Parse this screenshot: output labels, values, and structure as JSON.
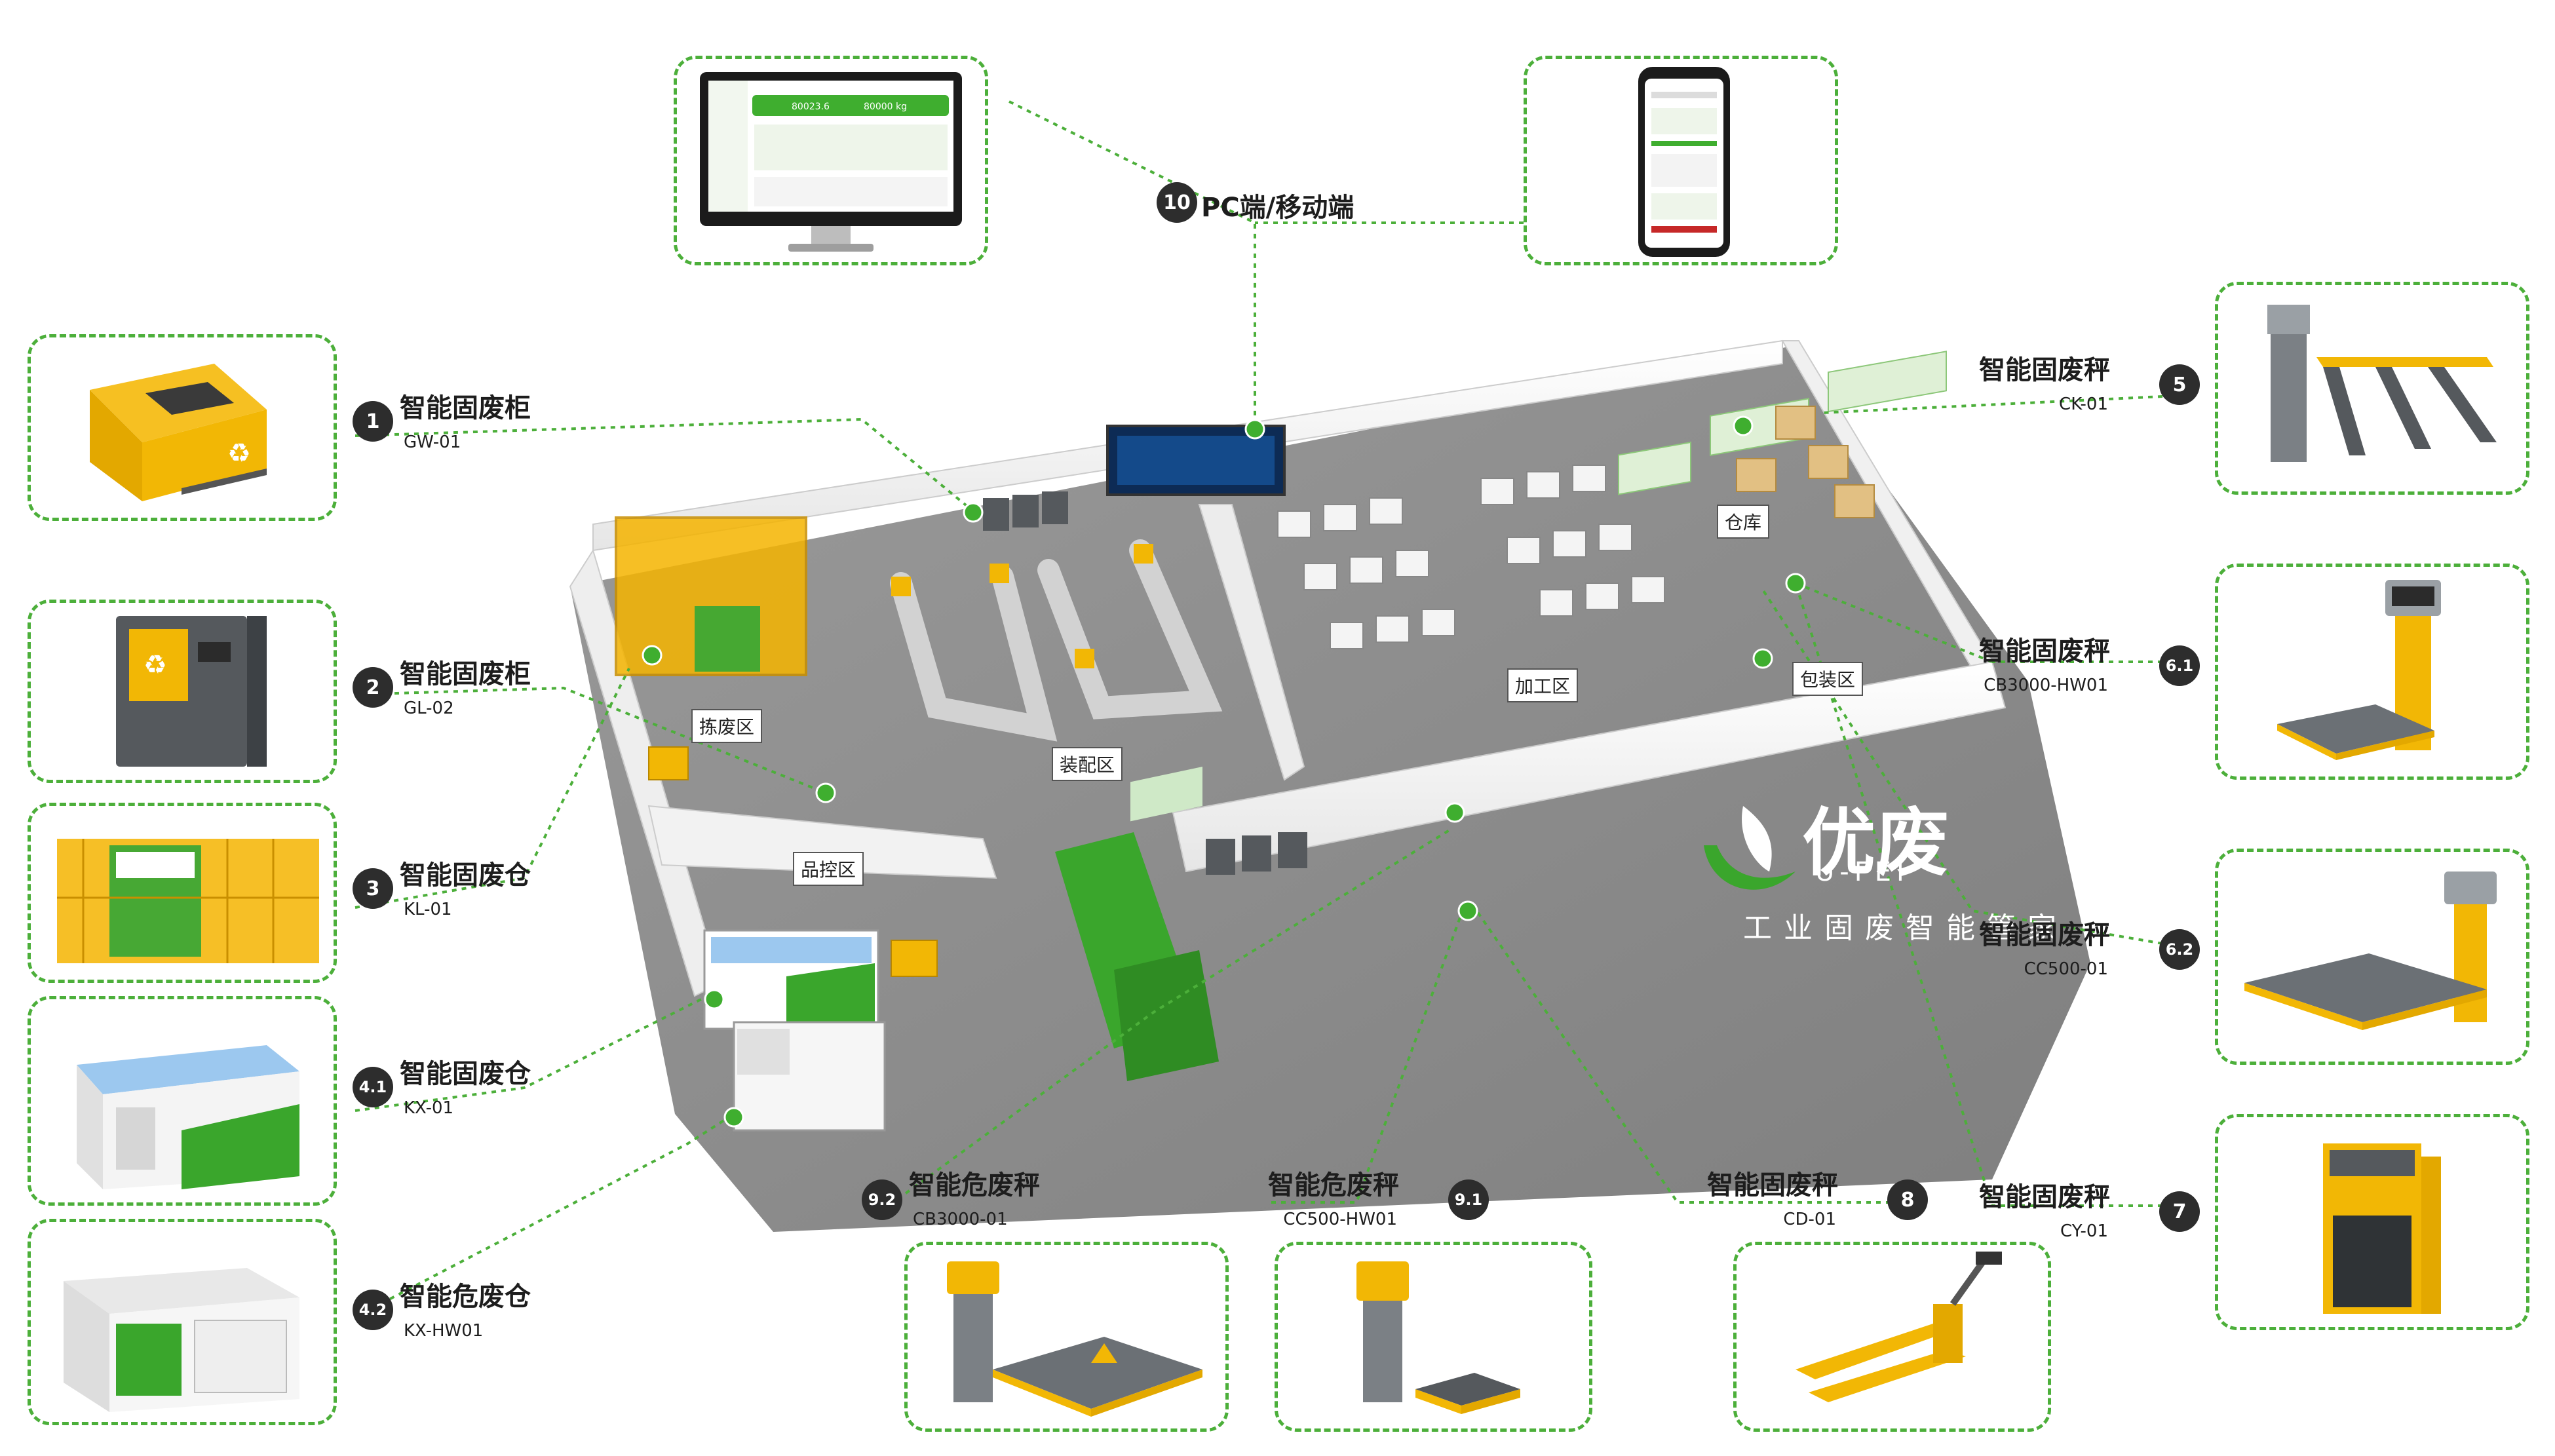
{
  "brand": {
    "name_cn": "优废",
    "name_en": "U-FEI",
    "tagline": "工业固废智能管家"
  },
  "zones": {
    "jianfei": "拣废区",
    "zhuangpei": "装配区",
    "pinkong": "品控区",
    "jiagong": "加工区",
    "cangku": "仓库",
    "baozhuang": "包装区"
  },
  "callouts": [
    {
      "num": "1",
      "title": "智能固废柜",
      "code": "GW-01"
    },
    {
      "num": "2",
      "title": "智能固废柜",
      "code": "GL-02"
    },
    {
      "num": "3",
      "title": "智能固废仓",
      "code": "KL-01"
    },
    {
      "num": "4.1",
      "title": "智能固废仓",
      "code": "KX-01"
    },
    {
      "num": "4.2",
      "title": "智能危废仓",
      "code": "KX-HW01"
    },
    {
      "num": "5",
      "title": "智能固废秤",
      "code": "CK-01"
    },
    {
      "num": "6.1",
      "title": "智能固废秤",
      "code": "CB3000-HW01"
    },
    {
      "num": "6.2",
      "title": "智能固废秤",
      "code": "CC500-01"
    },
    {
      "num": "7",
      "title": "智能固废秤",
      "code": "CY-01"
    },
    {
      "num": "8",
      "title": "智能固废秤",
      "code": "CD-01"
    },
    {
      "num": "9.1",
      "title": "智能危废秤",
      "code": "CC500-HW01"
    },
    {
      "num": "9.2",
      "title": "智能危废秤",
      "code": "CB3000-01"
    },
    {
      "num": "10",
      "title": "PC端/移动端",
      "code": ""
    }
  ],
  "screen_values": {
    "pc_value_1": "80023.6",
    "pc_value_2": "80000 kg"
  },
  "colors": {
    "accent_green": "#3fae2f",
    "dash_green": "#4caf3a",
    "device_yellow": "#f2b705",
    "device_gray": "#555b61",
    "floor_gray": "#8a8a8a",
    "wall_white": "#f4f4f4",
    "badge_dark": "#2d2d2d"
  }
}
